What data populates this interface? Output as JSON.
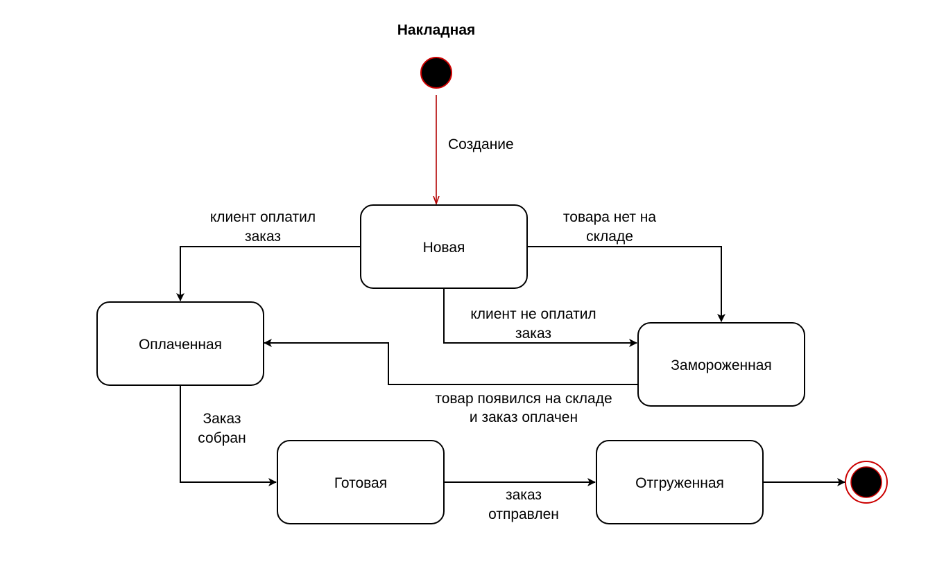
{
  "diagram": {
    "title": "Накладная",
    "colors": {
      "line": "#000000",
      "initial_arrow": "#b20000",
      "pseudostate_fill": "#000000",
      "pseudostate_stroke": "#cc0000",
      "node_fill": "#ffffff"
    },
    "states": {
      "new": "Новая",
      "paid": "Оплаченная",
      "frozen": "Замороженная",
      "ready": "Готовая",
      "shipped": "Отгруженная"
    },
    "transitions": {
      "create": "Создание",
      "paid_line1": "клиент оплатил",
      "paid_line2": "заказ",
      "no_stock_line1": "товара нет на",
      "no_stock_line2": "складе",
      "unpaid_line1": "клиент не оплатил",
      "unpaid_line2": "заказ",
      "restock_line1": "товар появился на складе",
      "restock_line2": "и заказ оплачен",
      "assembled_line1": "Заказ",
      "assembled_line2": "собран",
      "sent_line1": "заказ",
      "sent_line2": "отправлен"
    }
  }
}
